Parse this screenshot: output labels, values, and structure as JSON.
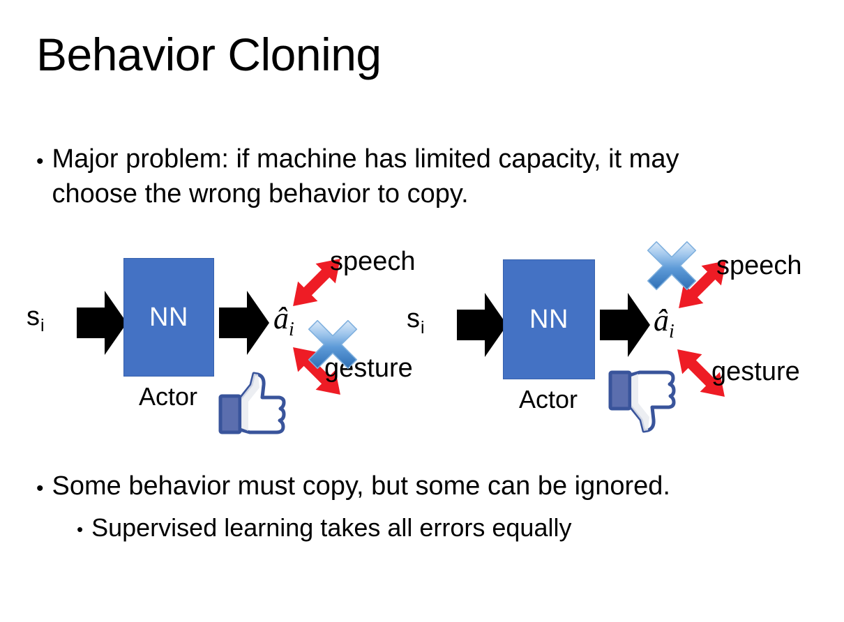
{
  "slide": {
    "title": "Behavior Cloning",
    "background_color": "#FFFFFF"
  },
  "bullets": {
    "top": {
      "marker": "•",
      "text": "Major problem: if machine has limited capacity, it may choose the wrong behavior to copy."
    },
    "bottom": [
      {
        "marker": "•",
        "text": "Some behavior must copy, but some can be ignored.",
        "level": 1
      },
      {
        "marker": "•",
        "text": "Supervised learning takes all errors equally",
        "level": 2
      }
    ]
  },
  "colors": {
    "nn_box_fill": "#4472C4",
    "nn_box_border": "#3661AD",
    "arrow_black": "#000000",
    "red_arrow": "#EE1C25",
    "cross_blue_light": "#CFE3F7",
    "cross_blue_mid": "#5A9BD5",
    "cross_blue_dark": "#2E75B6",
    "thumb_outline": "#39549B",
    "thumb_cuff": "#5B6EAE",
    "thumb_fill": "#FFFFFF",
    "thumb_shade": "#E4E6EB"
  },
  "diagrams": [
    {
      "id": "left",
      "state_label": "s",
      "state_subscript": "i",
      "box_label": "NN",
      "box_caption": "Actor",
      "action_label": "â",
      "action_subscript": "i",
      "outputs": [
        {
          "name": "speech",
          "direction": "up-right",
          "crossed_out": false
        },
        {
          "name": "gesture",
          "direction": "down-right",
          "crossed_out": true
        }
      ],
      "feedback_icon": "thumbs-up",
      "input_arrow": "block-arrow-right",
      "output_arrow": "block-arrow-right"
    },
    {
      "id": "right",
      "state_label": "s",
      "state_subscript": "i",
      "box_label": "NN",
      "box_caption": "Actor",
      "action_label": "â",
      "action_subscript": "i",
      "outputs": [
        {
          "name": "speech",
          "direction": "up-right",
          "crossed_out": true
        },
        {
          "name": "gesture",
          "direction": "down-right",
          "crossed_out": false
        }
      ],
      "feedback_icon": "thumbs-down",
      "input_arrow": "block-arrow-right",
      "output_arrow": "block-arrow-right"
    }
  ]
}
